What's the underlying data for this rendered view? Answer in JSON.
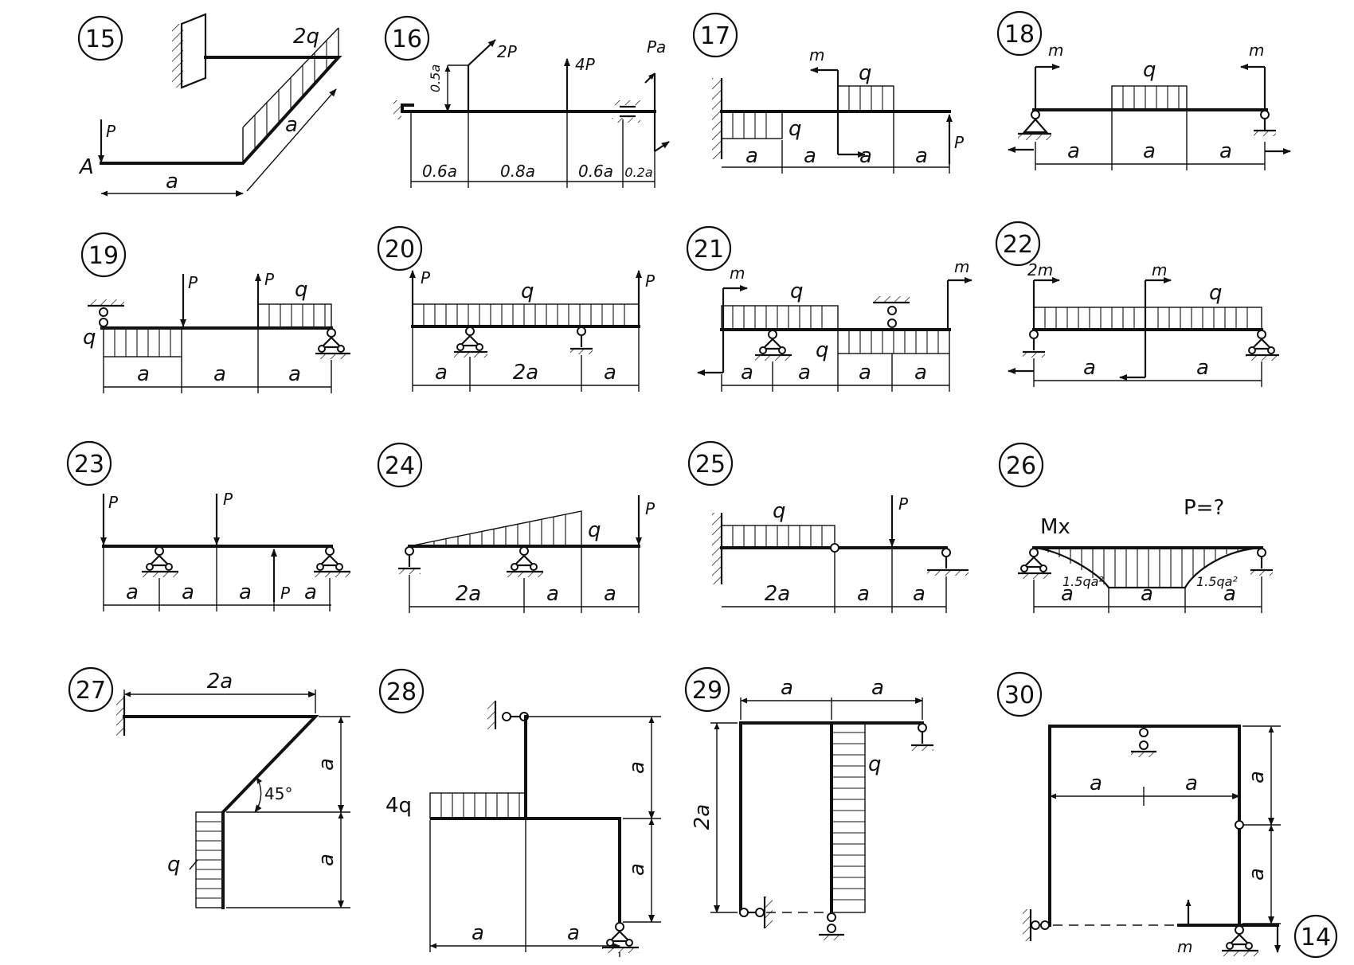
{
  "page_number": "14",
  "problems": [
    {
      "id": "15",
      "labels": [
        "2q",
        "a",
        "a",
        "P",
        "A"
      ]
    },
    {
      "id": "16",
      "labels": [
        "2P",
        "4P",
        "Pa",
        "0.5a",
        "0.6a",
        "0.8a",
        "0.6a",
        "0.2a"
      ]
    },
    {
      "id": "17",
      "labels": [
        "m",
        "q",
        "q",
        "P",
        "a",
        "a",
        "a",
        "a"
      ]
    },
    {
      "id": "18",
      "labels": [
        "m",
        "q",
        "m",
        "a",
        "a",
        "a"
      ]
    },
    {
      "id": "19",
      "labels": [
        "P",
        "P",
        "q",
        "q",
        "a",
        "a",
        "a"
      ]
    },
    {
      "id": "20",
      "labels": [
        "P",
        "q",
        "P",
        "a",
        "2a",
        "a"
      ]
    },
    {
      "id": "21",
      "labels": [
        "m",
        "q",
        "m",
        "q",
        "a",
        "a",
        "a",
        "a"
      ]
    },
    {
      "id": "22",
      "labels": [
        "2m",
        "m",
        "q",
        "a",
        "a"
      ]
    },
    {
      "id": "23",
      "labels": [
        "P",
        "P",
        "P",
        "a",
        "a",
        "a",
        "a"
      ]
    },
    {
      "id": "24",
      "labels": [
        "q",
        "P",
        "2a",
        "a",
        "a"
      ]
    },
    {
      "id": "25",
      "labels": [
        "q",
        "P",
        "2a",
        "a",
        "a"
      ]
    },
    {
      "id": "26",
      "labels": [
        "Mx",
        "P=?",
        "1.5qa²",
        "1.5qa²",
        "a",
        "a",
        "a"
      ]
    },
    {
      "id": "27",
      "labels": [
        "2a",
        "a",
        "a",
        "45°",
        "q"
      ]
    },
    {
      "id": "28",
      "labels": [
        "4q",
        "a",
        "a",
        "a",
        "a"
      ]
    },
    {
      "id": "29",
      "labels": [
        "a",
        "a",
        "2a",
        "q"
      ]
    },
    {
      "id": "30",
      "labels": [
        "a",
        "a",
        "a",
        "a",
        "m"
      ]
    }
  ]
}
